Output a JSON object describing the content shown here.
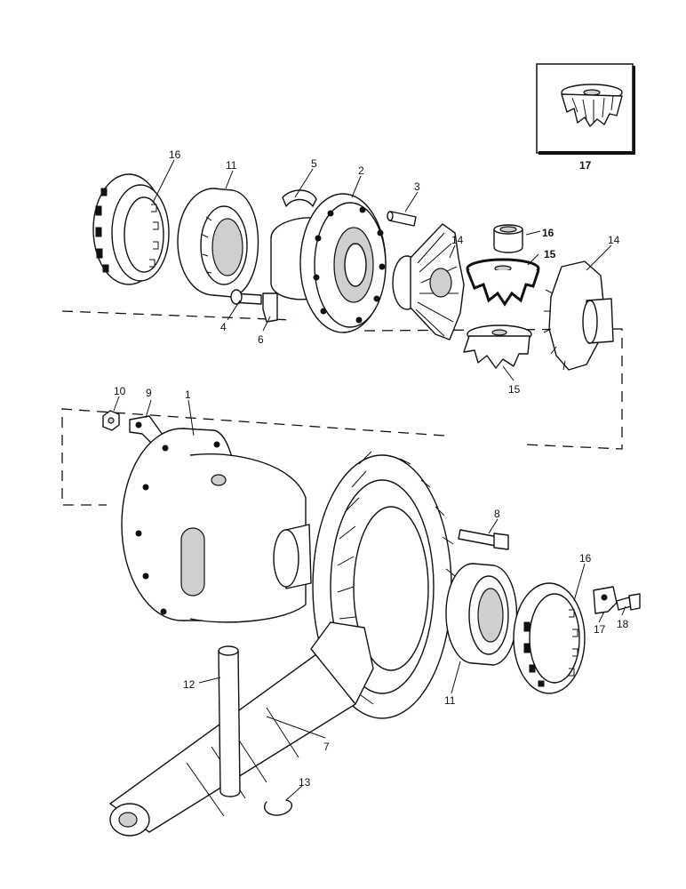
{
  "diagram": {
    "callouts": [
      {
        "id": "c16a",
        "text": "16"
      },
      {
        "id": "c11a",
        "text": "11"
      },
      {
        "id": "c5",
        "text": "5"
      },
      {
        "id": "c2",
        "text": "2"
      },
      {
        "id": "c3",
        "text": "3"
      },
      {
        "id": "c14a",
        "text": "14"
      },
      {
        "id": "c16b",
        "text": "16"
      },
      {
        "id": "c15a",
        "text": "15"
      },
      {
        "id": "c14b",
        "text": "14"
      },
      {
        "id": "c4",
        "text": "4"
      },
      {
        "id": "c6",
        "text": "6"
      },
      {
        "id": "c15b",
        "text": "15"
      },
      {
        "id": "c10",
        "text": "10"
      },
      {
        "id": "c9",
        "text": "9"
      },
      {
        "id": "c1",
        "text": "1"
      },
      {
        "id": "c8",
        "text": "8"
      },
      {
        "id": "c16c",
        "text": "16"
      },
      {
        "id": "c12",
        "text": "12"
      },
      {
        "id": "c11b",
        "text": "11"
      },
      {
        "id": "c17",
        "text": "17"
      },
      {
        "id": "c18",
        "text": "18"
      },
      {
        "id": "c7",
        "text": "7"
      },
      {
        "id": "c13",
        "text": "13"
      }
    ],
    "inset": {
      "label": "17"
    }
  },
  "colors": {
    "line": "#111111",
    "background": "#ffffff"
  }
}
